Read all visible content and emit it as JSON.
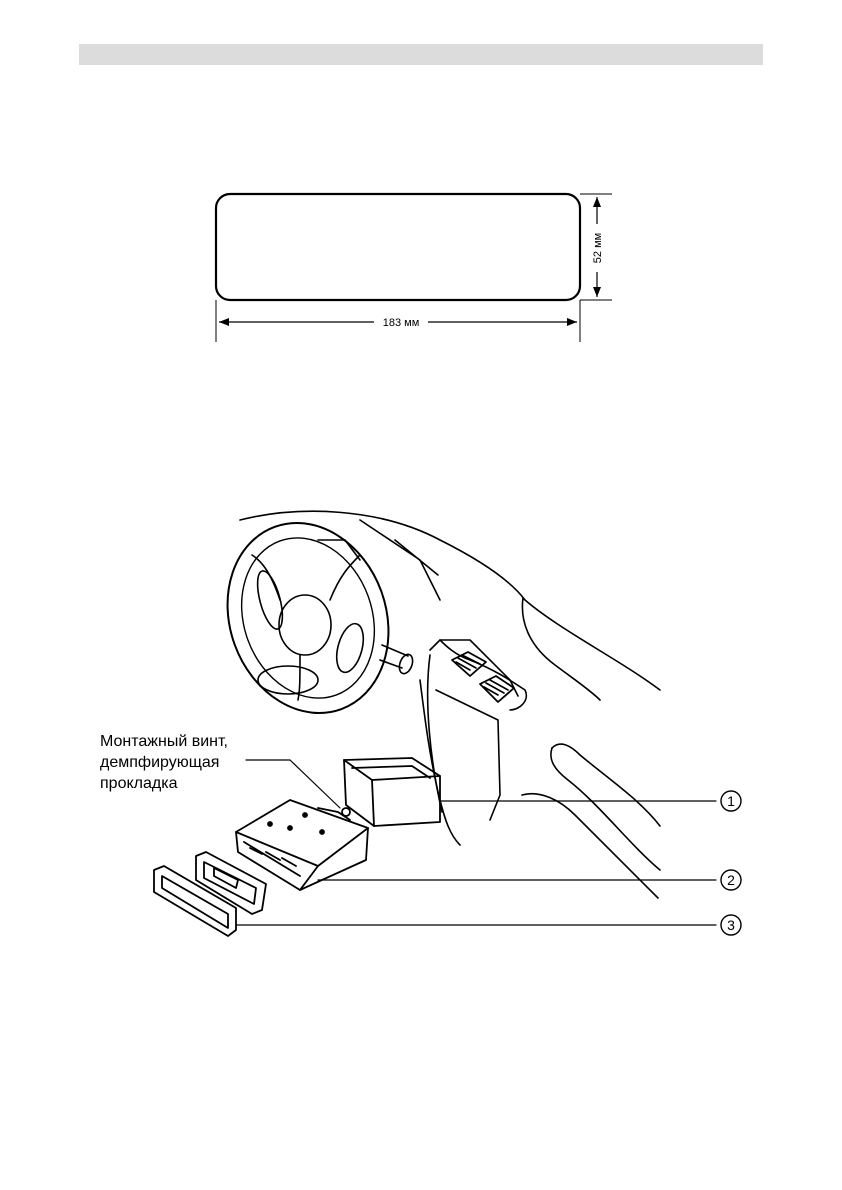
{
  "dimension_diagram": {
    "width_label": "183 мм",
    "height_label": "52 мм"
  },
  "installation_diagram": {
    "callout_label_lines": [
      "Монтажный винт,",
      "демпфирующая",
      "прокладка"
    ],
    "callouts": [
      "1",
      "2",
      "3"
    ]
  }
}
